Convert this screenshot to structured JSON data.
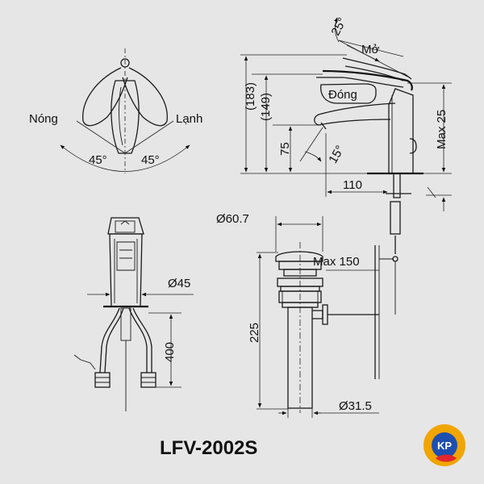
{
  "labels": {
    "hot": "Nóng",
    "cold": "Lạnh",
    "angle_left": "45°",
    "angle_right": "45°",
    "open": "Mở",
    "closed": "Đóng",
    "angle_open": "25°",
    "angle_spout": "15°",
    "height_183": "(183)",
    "height_149": "(149)",
    "height_75": "75",
    "max_25": "Max 25",
    "reach_110": "110",
    "dia_607": "Ø60.7",
    "max_150": "Max 150",
    "dia_45": "Ø45",
    "hose_400": "400",
    "drain_225": "225",
    "dia_315": "Ø31.5"
  },
  "model": "LFV-2002S",
  "logo": {
    "text": "KP",
    "colors": {
      "outer": "#f0a500",
      "inner": "#1e4fb0",
      "accent": "#e3262e"
    }
  }
}
